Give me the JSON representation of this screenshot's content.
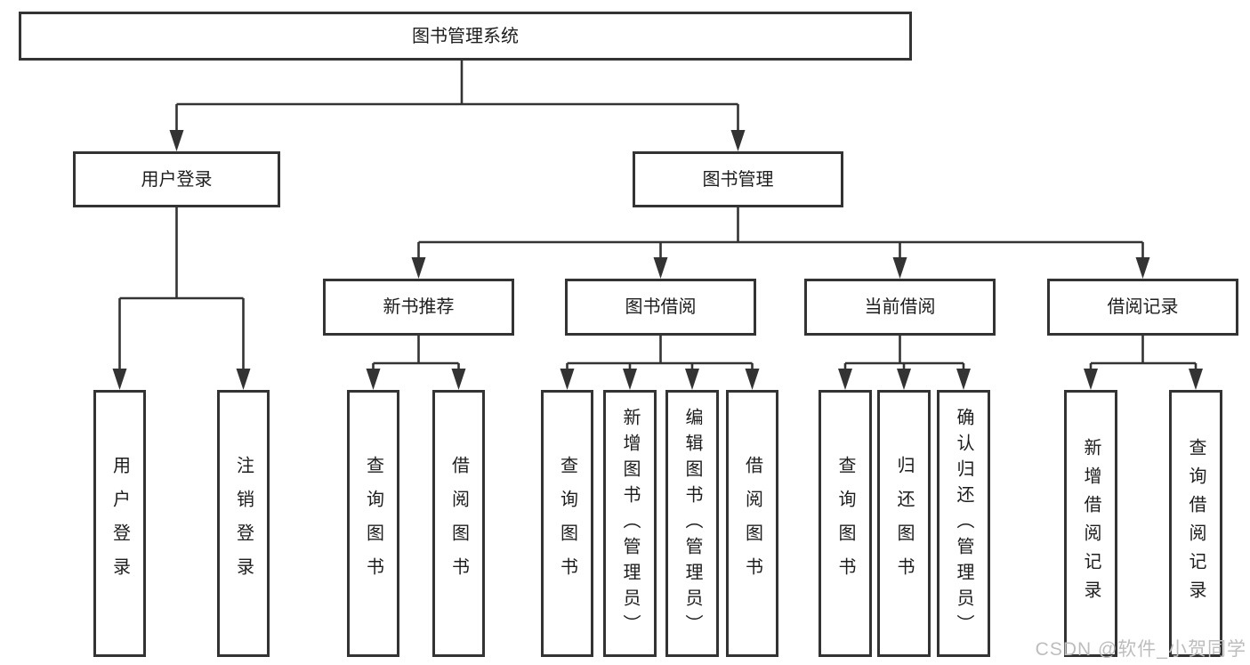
{
  "watermark": "CSDN @软件_小贺同学",
  "colors": {
    "line": "#333333",
    "text": "#1d1d1d",
    "background": "#ffffff",
    "watermark": "#bdbdbd"
  },
  "nodes": {
    "root": {
      "label": "图书管理系统"
    },
    "level1": [
      {
        "label": "用户登录"
      },
      {
        "label": "图书管理"
      }
    ],
    "level2": [
      {
        "label": "新书推荐"
      },
      {
        "label": "图书借阅"
      },
      {
        "label": "当前借阅"
      },
      {
        "label": "借阅记录"
      }
    ],
    "leaves": {
      "user_login": [
        {
          "label": "用户登录"
        },
        {
          "label": "注销登录"
        }
      ],
      "new_book": [
        {
          "label": "查询图书"
        },
        {
          "label": "借阅图书"
        }
      ],
      "book_borrow": [
        {
          "label": "查询图书"
        },
        {
          "label": "新增图书（管理员）"
        },
        {
          "label": "编辑图书（管理员）"
        },
        {
          "label": "借阅图书"
        }
      ],
      "current_borrow": [
        {
          "label": "查询图书"
        },
        {
          "label": "归还图书"
        },
        {
          "label": "确认归还（管理员）"
        }
      ],
      "borrow_records": [
        {
          "label": "新增借阅记录"
        },
        {
          "label": "查询借阅记录"
        }
      ]
    }
  }
}
